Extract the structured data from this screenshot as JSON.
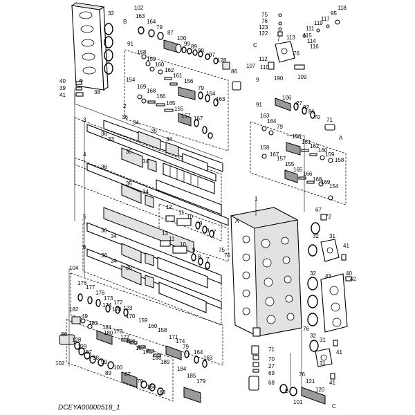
{
  "drawing": {
    "reference_code": "DCEYA00000518_1",
    "callouts": [
      {
        "id": "c118a",
        "label": "118"
      },
      {
        "id": "c75",
        "label": "75"
      },
      {
        "id": "c76",
        "label": "76"
      },
      {
        "id": "c123",
        "label": "123"
      },
      {
        "id": "c122",
        "label": "122"
      },
      {
        "id": "c95",
        "label": "95"
      },
      {
        "id": "c117",
        "label": "117"
      },
      {
        "id": "c119",
        "label": "119"
      },
      {
        "id": "c111",
        "label": "111"
      },
      {
        "id": "c115",
        "label": "115"
      },
      {
        "id": "c113",
        "label": "113"
      },
      {
        "id": "c114",
        "label": "114"
      },
      {
        "id": "c116",
        "label": "116"
      },
      {
        "id": "c76b",
        "label": "76"
      },
      {
        "id": "cC1",
        "label": "C"
      },
      {
        "id": "c107",
        "label": "107"
      },
      {
        "id": "c112",
        "label": "112"
      },
      {
        "id": "c110",
        "label": "110"
      },
      {
        "id": "c9a",
        "label": "9"
      },
      {
        "id": "c190",
        "label": "190"
      },
      {
        "id": "c109",
        "label": "109"
      },
      {
        "id": "c102a",
        "label": "102"
      },
      {
        "id": "cB1",
        "label": "B"
      },
      {
        "id": "c163a",
        "label": "163"
      },
      {
        "id": "c164a",
        "label": "164"
      },
      {
        "id": "c79a",
        "label": "79"
      },
      {
        "id": "c87a",
        "label": "87"
      },
      {
        "id": "c100a",
        "label": "100"
      },
      {
        "id": "c99a",
        "label": "99"
      },
      {
        "id": "c89a",
        "label": "89"
      },
      {
        "id": "c98a",
        "label": "98"
      },
      {
        "id": "c97a",
        "label": "97"
      },
      {
        "id": "c128a",
        "label": "128"
      },
      {
        "id": "c86a",
        "label": "86"
      },
      {
        "id": "c32a",
        "label": "32"
      },
      {
        "id": "c38",
        "label": "38"
      },
      {
        "id": "c40",
        "label": "40"
      },
      {
        "id": "c39",
        "label": "39"
      },
      {
        "id": "c41a",
        "label": "41"
      },
      {
        "id": "c91a",
        "label": "91"
      },
      {
        "id": "c158a",
        "label": "158"
      },
      {
        "id": "c159a",
        "label": "159"
      },
      {
        "id": "c160a",
        "label": "160"
      },
      {
        "id": "c162a",
        "label": "162"
      },
      {
        "id": "c161a",
        "label": "161"
      },
      {
        "id": "c156a",
        "label": "156"
      },
      {
        "id": "c79b",
        "label": "79"
      },
      {
        "id": "c164b",
        "label": "164"
      },
      {
        "id": "c163b",
        "label": "163"
      },
      {
        "id": "c154a",
        "label": "154"
      },
      {
        "id": "c169a",
        "label": "169"
      },
      {
        "id": "c168a",
        "label": "168"
      },
      {
        "id": "c166a",
        "label": "166"
      },
      {
        "id": "c165a",
        "label": "165"
      },
      {
        "id": "c155a",
        "label": "155"
      },
      {
        "id": "c157a",
        "label": "157"
      },
      {
        "id": "c167a",
        "label": "167"
      },
      {
        "id": "c2",
        "label": "2"
      },
      {
        "id": "c36a",
        "label": "36"
      },
      {
        "id": "c34a",
        "label": "34"
      },
      {
        "id": "c3",
        "label": "3"
      },
      {
        "id": "c36b",
        "label": "36"
      },
      {
        "id": "c35a",
        "label": "35"
      },
      {
        "id": "c33a",
        "label": "33"
      },
      {
        "id": "c34b",
        "label": "34"
      },
      {
        "id": "c35b",
        "label": "35"
      },
      {
        "id": "c4",
        "label": "4"
      },
      {
        "id": "c36c",
        "label": "36"
      },
      {
        "id": "c34c",
        "label": "34"
      },
      {
        "id": "c35c",
        "label": "35"
      },
      {
        "id": "c34d",
        "label": "34"
      },
      {
        "id": "c12",
        "label": "12"
      },
      {
        "id": "c11a",
        "label": "11"
      },
      {
        "id": "c10a",
        "label": "10"
      },
      {
        "id": "c9b",
        "label": "9"
      },
      {
        "id": "c8a",
        "label": "8"
      },
      {
        "id": "c7a",
        "label": "7"
      },
      {
        "id": "c5",
        "label": "5"
      },
      {
        "id": "c36d",
        "label": "36"
      },
      {
        "id": "c34e",
        "label": "34"
      },
      {
        "id": "c13",
        "label": "13"
      },
      {
        "id": "c11b",
        "label": "11"
      },
      {
        "id": "c10b",
        "label": "10"
      },
      {
        "id": "c9c",
        "label": "9"
      },
      {
        "id": "c8b",
        "label": "8"
      },
      {
        "id": "c7b",
        "label": "7"
      },
      {
        "id": "c6",
        "label": "6"
      },
      {
        "id": "c36e",
        "label": "36"
      },
      {
        "id": "c34f",
        "label": "34"
      },
      {
        "id": "c35d",
        "label": "35"
      },
      {
        "id": "c104",
        "label": "104"
      },
      {
        "id": "c176a",
        "label": "176"
      },
      {
        "id": "c177a",
        "label": "177"
      },
      {
        "id": "c176b",
        "label": "176"
      },
      {
        "id": "c173a",
        "label": "173"
      },
      {
        "id": "c172",
        "label": "172"
      },
      {
        "id": "c174a",
        "label": "174"
      },
      {
        "id": "c178",
        "label": "178"
      },
      {
        "id": "c123b",
        "label": "123"
      },
      {
        "id": "c170",
        "label": "170"
      },
      {
        "id": "c182",
        "label": "182"
      },
      {
        "id": "c49",
        "label": "49"
      },
      {
        "id": "c183",
        "label": "183"
      },
      {
        "id": "c181",
        "label": "181"
      },
      {
        "id": "c180",
        "label": "180"
      },
      {
        "id": "c173b",
        "label": "173"
      },
      {
        "id": "c177b",
        "label": "177"
      },
      {
        "id": "c186",
        "label": "186"
      },
      {
        "id": "c187",
        "label": "187"
      },
      {
        "id": "c175",
        "label": "175"
      },
      {
        "id": "c159b",
        "label": "159"
      },
      {
        "id": "c160b",
        "label": "160"
      },
      {
        "id": "c158b",
        "label": "158"
      },
      {
        "id": "c188",
        "label": "188"
      },
      {
        "id": "c189",
        "label": "189"
      },
      {
        "id": "c171",
        "label": "171"
      },
      {
        "id": "c174b",
        "label": "174"
      },
      {
        "id": "c79c",
        "label": "79"
      },
      {
        "id": "c164c",
        "label": "164"
      },
      {
        "id": "c163c",
        "label": "163"
      },
      {
        "id": "c86b",
        "label": "86"
      },
      {
        "id": "c128b",
        "label": "128"
      },
      {
        "id": "c129",
        "label": "129"
      },
      {
        "id": "c97b",
        "label": "97"
      },
      {
        "id": "c98b",
        "label": "98"
      },
      {
        "id": "c99b",
        "label": "99"
      },
      {
        "id": "c100b",
        "label": "100"
      },
      {
        "id": "c89b",
        "label": "89"
      },
      {
        "id": "c87b",
        "label": "87"
      },
      {
        "id": "c102b",
        "label": "102"
      },
      {
        "id": "c79d",
        "label": "79"
      },
      {
        "id": "c164d",
        "label": "164"
      },
      {
        "id": "c163d",
        "label": "163"
      },
      {
        "id": "c184",
        "label": "184"
      },
      {
        "id": "c185",
        "label": "185"
      },
      {
        "id": "c179",
        "label": "179"
      },
      {
        "id": "c1",
        "label": "1"
      },
      {
        "id": "cA1",
        "label": "A"
      },
      {
        "id": "c75b",
        "label": "75"
      },
      {
        "id": "c76c",
        "label": "76"
      },
      {
        "id": "c106",
        "label": "106"
      },
      {
        "id": "c27a",
        "label": "27"
      },
      {
        "id": "c82",
        "label": "82"
      },
      {
        "id": "c81",
        "label": "81"
      },
      {
        "id": "c70a",
        "label": "70"
      },
      {
        "id": "c71a",
        "label": "71"
      },
      {
        "id": "cA2",
        "label": "A"
      },
      {
        "id": "c91b",
        "label": "91"
      },
      {
        "id": "c163e",
        "label": "163"
      },
      {
        "id": "c164e",
        "label": "164"
      },
      {
        "id": "c79e",
        "label": "79"
      },
      {
        "id": "c156b",
        "label": "156"
      },
      {
        "id": "c161b",
        "label": "161"
      },
      {
        "id": "c162b",
        "label": "162"
      },
      {
        "id": "c160c",
        "label": "160"
      },
      {
        "id": "c159c",
        "label": "159"
      },
      {
        "id": "c158c",
        "label": "158"
      },
      {
        "id": "c158d",
        "label": "158"
      },
      {
        "id": "c167b",
        "label": "167"
      },
      {
        "id": "c157b",
        "label": "157"
      },
      {
        "id": "c155b",
        "label": "155"
      },
      {
        "id": "c165b",
        "label": "165"
      },
      {
        "id": "c166b",
        "label": "166"
      },
      {
        "id": "c168b",
        "label": "168"
      },
      {
        "id": "c169b",
        "label": "169"
      },
      {
        "id": "c154b",
        "label": "154"
      },
      {
        "id": "c67",
        "label": "67"
      },
      {
        "id": "c72",
        "label": "72"
      },
      {
        "id": "c32b",
        "label": "32"
      },
      {
        "id": "c31a",
        "label": "31"
      },
      {
        "id": "c41b",
        "label": "41"
      },
      {
        "id": "c40b",
        "label": "40"
      },
      {
        "id": "c42",
        "label": "42"
      },
      {
        "id": "c43",
        "label": "43"
      },
      {
        "id": "c32c",
        "label": "32"
      },
      {
        "id": "c76d",
        "label": "76"
      },
      {
        "id": "c31b",
        "label": "31"
      },
      {
        "id": "c41c",
        "label": "41"
      },
      {
        "id": "c32d",
        "label": "32"
      },
      {
        "id": "c71b",
        "label": "71"
      },
      {
        "id": "c70b",
        "label": "70"
      },
      {
        "id": "c27b",
        "label": "27"
      },
      {
        "id": "c69",
        "label": "69"
      },
      {
        "id": "c68",
        "label": "68"
      },
      {
        "id": "c76e",
        "label": "76"
      },
      {
        "id": "cB2",
        "label": "B"
      },
      {
        "id": "c101",
        "label": "101"
      },
      {
        "id": "c121",
        "label": "121"
      },
      {
        "id": "c120",
        "label": "120"
      },
      {
        "id": "cC2",
        "label": "C"
      },
      {
        "id": "c31c",
        "label": "31"
      },
      {
        "id": "c41d",
        "label": "41"
      }
    ]
  }
}
